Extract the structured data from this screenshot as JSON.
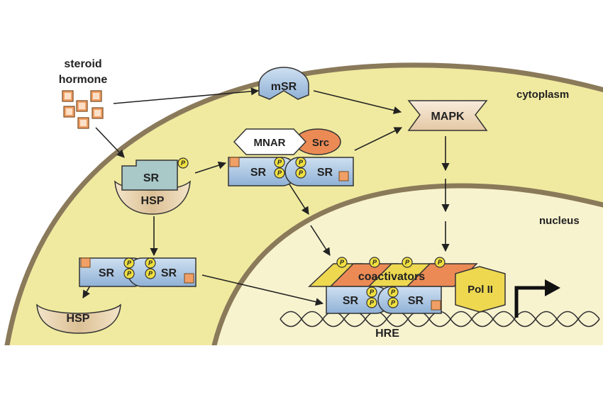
{
  "labels": {
    "steroid": "steroid",
    "hormone": "hormone",
    "cytoplasm": "cytoplasm",
    "nucleus": "nucleus",
    "msr": "mSR",
    "mapk": "MAPK",
    "mnar": "MNAR",
    "src": "Src",
    "sr": "SR",
    "hsp": "HSP",
    "coactivators": "coactivators",
    "pol2": "Pol II",
    "hre": "HRE",
    "p": "P"
  },
  "colors": {
    "cytoplasm": "#f0eaa0",
    "nucleus": "#f8f3cf",
    "membrane": "#8a7a5a",
    "receptor_blue": "#a9c4e0",
    "hsp_tan": "#e3cba3",
    "hormone_orange": "#f0a066",
    "src_orange": "#eb8a55",
    "phospho_yellow": "#f0e040",
    "coactivator_yellow": "#eed850",
    "coactivator_orange": "#eb8a55",
    "mapk_tan": "#f2e0c8"
  }
}
